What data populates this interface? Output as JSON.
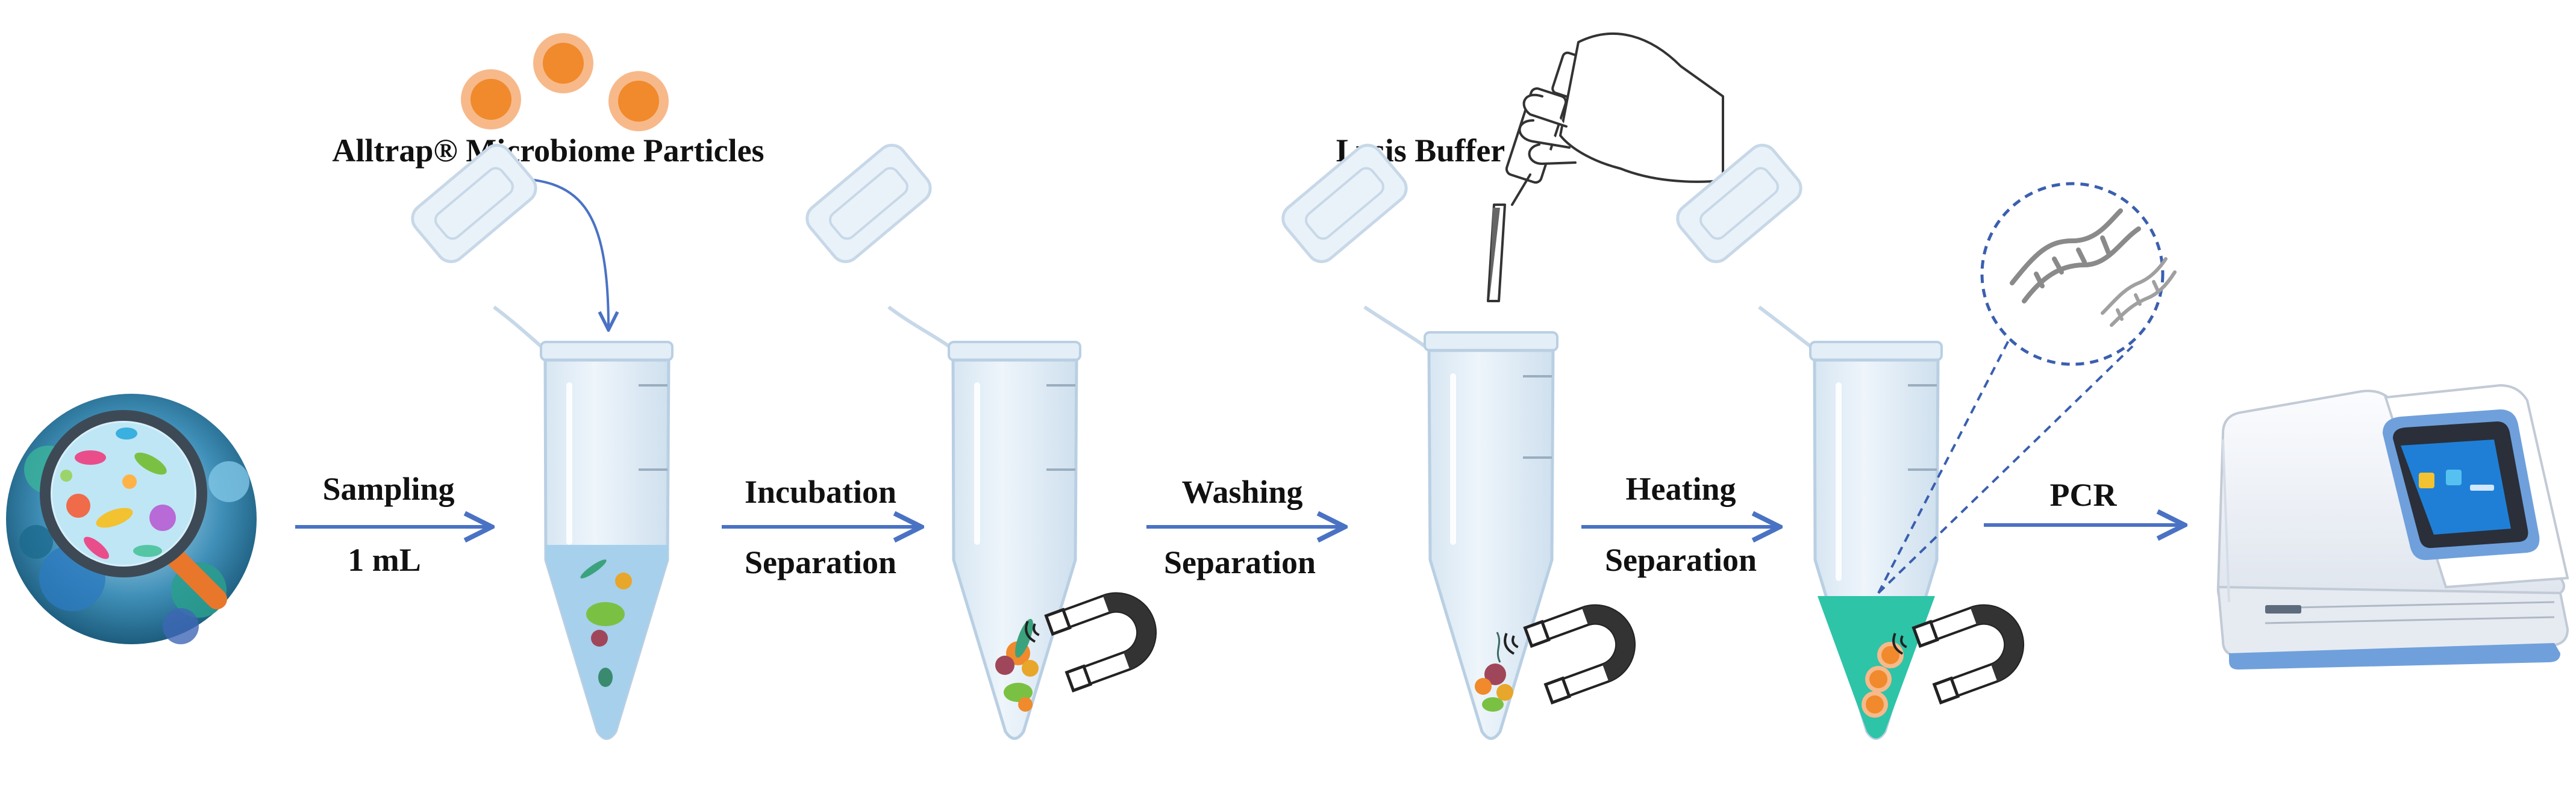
{
  "labels": {
    "particles": "Alltrap® Microbiome Particles",
    "lysis": "Lysis Buffer"
  },
  "steps": [
    {
      "top": "Sampling",
      "bottom": "1 mL"
    },
    {
      "top": "Incubation",
      "bottom": "Separation"
    },
    {
      "top": "Washing",
      "bottom": "Separation"
    },
    {
      "top": "Heating",
      "bottom": "Separation"
    },
    {
      "top": "PCR",
      "bottom": ""
    }
  ],
  "colors": {
    "arrow": "#4a72c4",
    "particle": "#f08a2c",
    "particle_halo": "#f7b98a",
    "tube_fill": "#e3eef7",
    "tube_stroke": "#b9cfe3",
    "liquid_blue": "#a6d0ec",
    "liquid_teal": "#2ec4a8",
    "magnet_dark": "#222222",
    "instrument_accent": "#6fa0dc"
  },
  "icons": {
    "sample": "microbiome-magnifier-icon",
    "pipette": "pipette-hand-icon",
    "magnet": "horseshoe-magnet-icon",
    "dna": "dna-helix-icon",
    "instrument": "pcr-instrument-icon"
  }
}
